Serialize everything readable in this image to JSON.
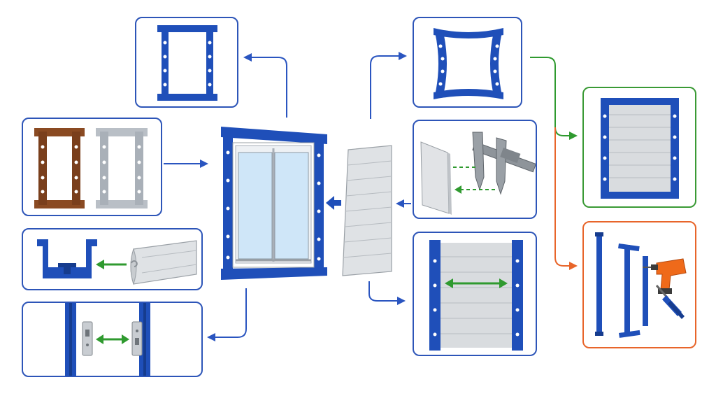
{
  "diagram": {
    "colors": {
      "frame_blue": "#1f4fb9",
      "frame_blue_dark": "#163c8e",
      "panel_border_blue": "#2d55b8",
      "panel_border_green": "#3a9a35",
      "panel_border_orange": "#e8652a",
      "arrow_blue": "#2a55c0",
      "arrow_green": "#2f9a2f",
      "arrow_orange": "#e8652a",
      "slat_gray": "#d9dcdf",
      "wood_brown": "#8a4a22",
      "steel_gray": "#b9bfc6",
      "glass_blue": "#cfe6f8",
      "drill_orange": "#ef6a1a"
    },
    "panels": [
      {
        "id": "square-frame",
        "icon": "rectangular-frame-icon"
      },
      {
        "id": "material-options",
        "icon": "wood-and-steel-frames-icon"
      },
      {
        "id": "channel-profile",
        "icon": "u-channel-profile-icon"
      },
      {
        "id": "latch-gap",
        "icon": "latch-plates-icon"
      },
      {
        "id": "warped-frame",
        "icon": "warped-frame-icon"
      },
      {
        "id": "thickness-measure",
        "icon": "caliper-icon"
      },
      {
        "id": "width-fit",
        "icon": "slat-width-icon"
      },
      {
        "id": "assembled-shutter",
        "icon": "assembled-shutter-icon"
      },
      {
        "id": "parts-and-tools",
        "icon": "drill-and-screwdriver-icon"
      }
    ],
    "center": {
      "window_icon": "window-frame-icon",
      "shutter_icon": "slatted-shutter-icon"
    }
  }
}
